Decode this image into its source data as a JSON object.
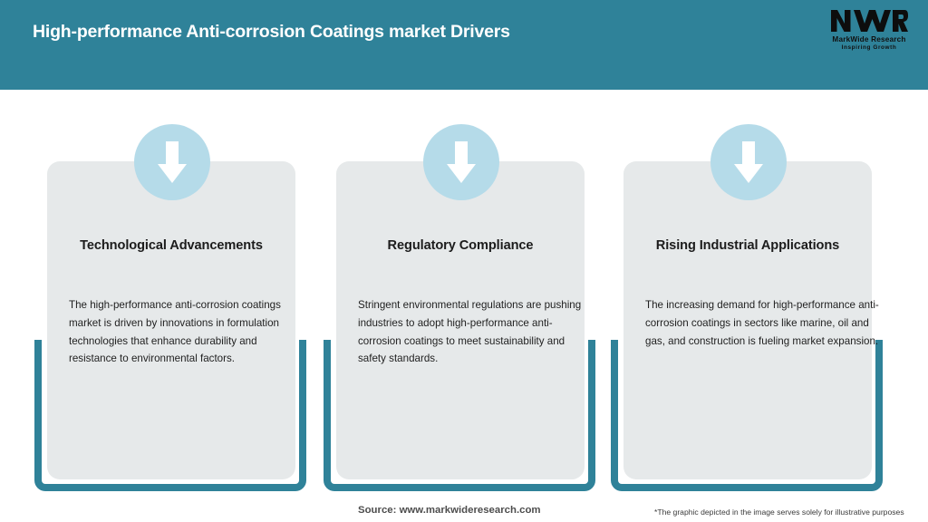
{
  "header": {
    "title": "High-performance Anti-corrosion Coatings market Drivers",
    "background_color": "#2f8299",
    "title_color": "#ffffff"
  },
  "logo": {
    "mark": "MWR",
    "name": "MarkWide Research",
    "tagline": "Inspiring Growth"
  },
  "theme": {
    "teal": "#2f8299",
    "panel_gray": "#e6e9ea",
    "badge_blue": "#b5dbe9",
    "arrow_white": "#ffffff"
  },
  "cards": [
    {
      "icon": "down-arrow-icon",
      "heading": "Technological Advancements",
      "body": "The high-performance anti-corrosion coatings market is driven by innovations in formulation technologies that enhance durability and resistance to environmental factors."
    },
    {
      "icon": "down-arrow-icon",
      "heading": "Regulatory Compliance",
      "body": "Stringent environmental regulations are pushing industries to adopt high-performance anti-corrosion coatings to meet sustainability and safety standards."
    },
    {
      "icon": "down-arrow-icon",
      "heading": "Rising Industrial Applications",
      "body": "The increasing demand for high-performance anti-corrosion coatings in sectors like marine, oil and gas, and construction is fueling market expansion."
    }
  ],
  "footer": {
    "source": "Source: www.markwideresearch.com",
    "note": "*The graphic depicted in the image serves solely for illustrative purposes"
  }
}
